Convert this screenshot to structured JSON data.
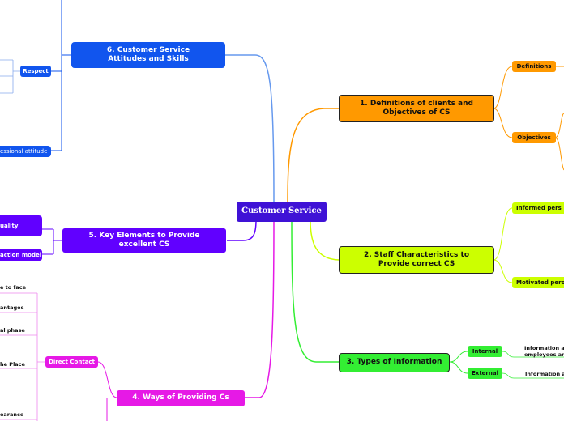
{
  "root": {
    "label": "Customer Service"
  },
  "colors": {
    "root": "#3f12d6",
    "orange": "#ff9900",
    "lime": "#ccff00",
    "green": "#33ee33",
    "magenta": "#e619e6",
    "purple": "#6100ff",
    "blue": "#1155ee",
    "root_line": "#6699ee"
  },
  "branches": {
    "b1": {
      "label": "1. Definitions of clients and Objectives of CS",
      "children": [
        "Definitions",
        "Objectives"
      ]
    },
    "b2": {
      "label": "2. Staff Characteristics to Provide correct CS",
      "children": [
        "Informed pers",
        "Motivated pers"
      ]
    },
    "b3": {
      "label": "3. Types of Information",
      "children": [
        "Internal",
        "External"
      ],
      "leaves": [
        "Information ab",
        "employees and",
        "Information ab"
      ]
    },
    "b4": {
      "label": "4. Ways of Providing Cs",
      "children": [
        "Direct Contact"
      ],
      "leaves": [
        "e to face",
        "antages",
        "al phase",
        "he Place",
        "earance"
      ]
    },
    "b5": {
      "label": "5. Key Elements to Provide excellent CS",
      "children": [
        "uality",
        "action model"
      ]
    },
    "b6": {
      "label": "6. Customer Service Attitudes and Skills",
      "children": [
        "Respect",
        "essional attitude"
      ]
    }
  }
}
